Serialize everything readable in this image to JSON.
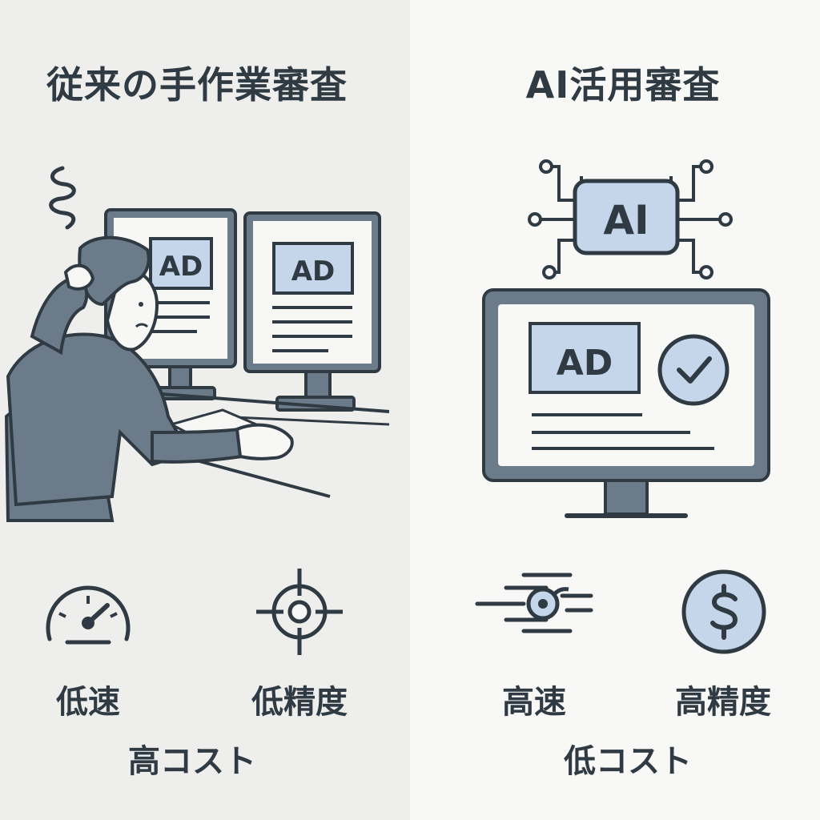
{
  "colors": {
    "ink": "#2f3a43",
    "accent": "#c5d6ea",
    "person": "#6b7b89",
    "left_bg": "#eeeeec",
    "right_bg": "#f8f8f6"
  },
  "left": {
    "title": "従来の手作業審査",
    "monitor_1_badge": "AD",
    "monitor_2_badge": "AD",
    "metric_1": {
      "icon": "speedometer-icon",
      "label": "低速"
    },
    "metric_2": {
      "icon": "target-icon",
      "label": "低精度"
    },
    "cost_label": "高コスト"
  },
  "right": {
    "title": "AI活用審査",
    "chip_label": "AI",
    "monitor_badge": "AD",
    "metric_1": {
      "icon": "speed-lines-icon",
      "label": "高速"
    },
    "metric_2": {
      "icon": "dollar-coin-icon",
      "label": "高精度"
    },
    "cost_label": "低コスト"
  }
}
